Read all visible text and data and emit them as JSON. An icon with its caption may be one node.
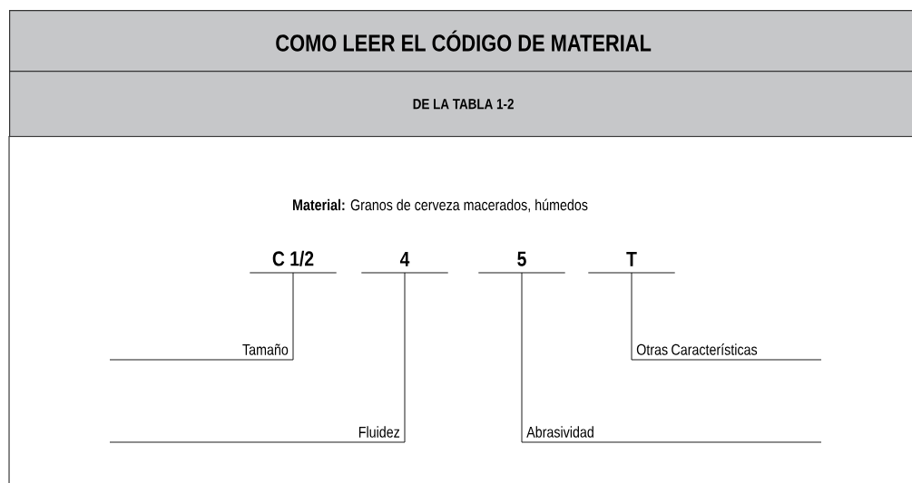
{
  "diagram": {
    "title": "COMO LEER EL CÓDIGO DE MATERIAL",
    "nodes": [
      {
        "text": [
          "C 1/2"
        ]
      },
      {
        "text": [
          "4"
        ]
      },
      {
        "text": [
          "5"
        ]
      },
      {
        "text": [
          "T"
        ]
      },
      {
        "text": [
          "Tamaño"
        ]
      },
      {
        "text": [
          "Fluidez"
        ]
      },
      {
        "text": [
          "Abrasividad"
        ]
      },
      {
        "text": [
          "Otras Características"
        ]
      }
    ],
    "edges": [
      {
        "from": 0,
        "to": 4,
        "arrow": "none"
      },
      {
        "from": 1,
        "to": 5,
        "arrow": "none"
      },
      {
        "from": 2,
        "to": 6,
        "arrow": "none"
      },
      {
        "from": 3,
        "to": 7,
        "arrow": "none"
      }
    ],
    "labels": [
      "DE LA TABLA 1-2",
      "**Material:** Granos de cerveza macerados, húmedos"
    ]
  }
}
